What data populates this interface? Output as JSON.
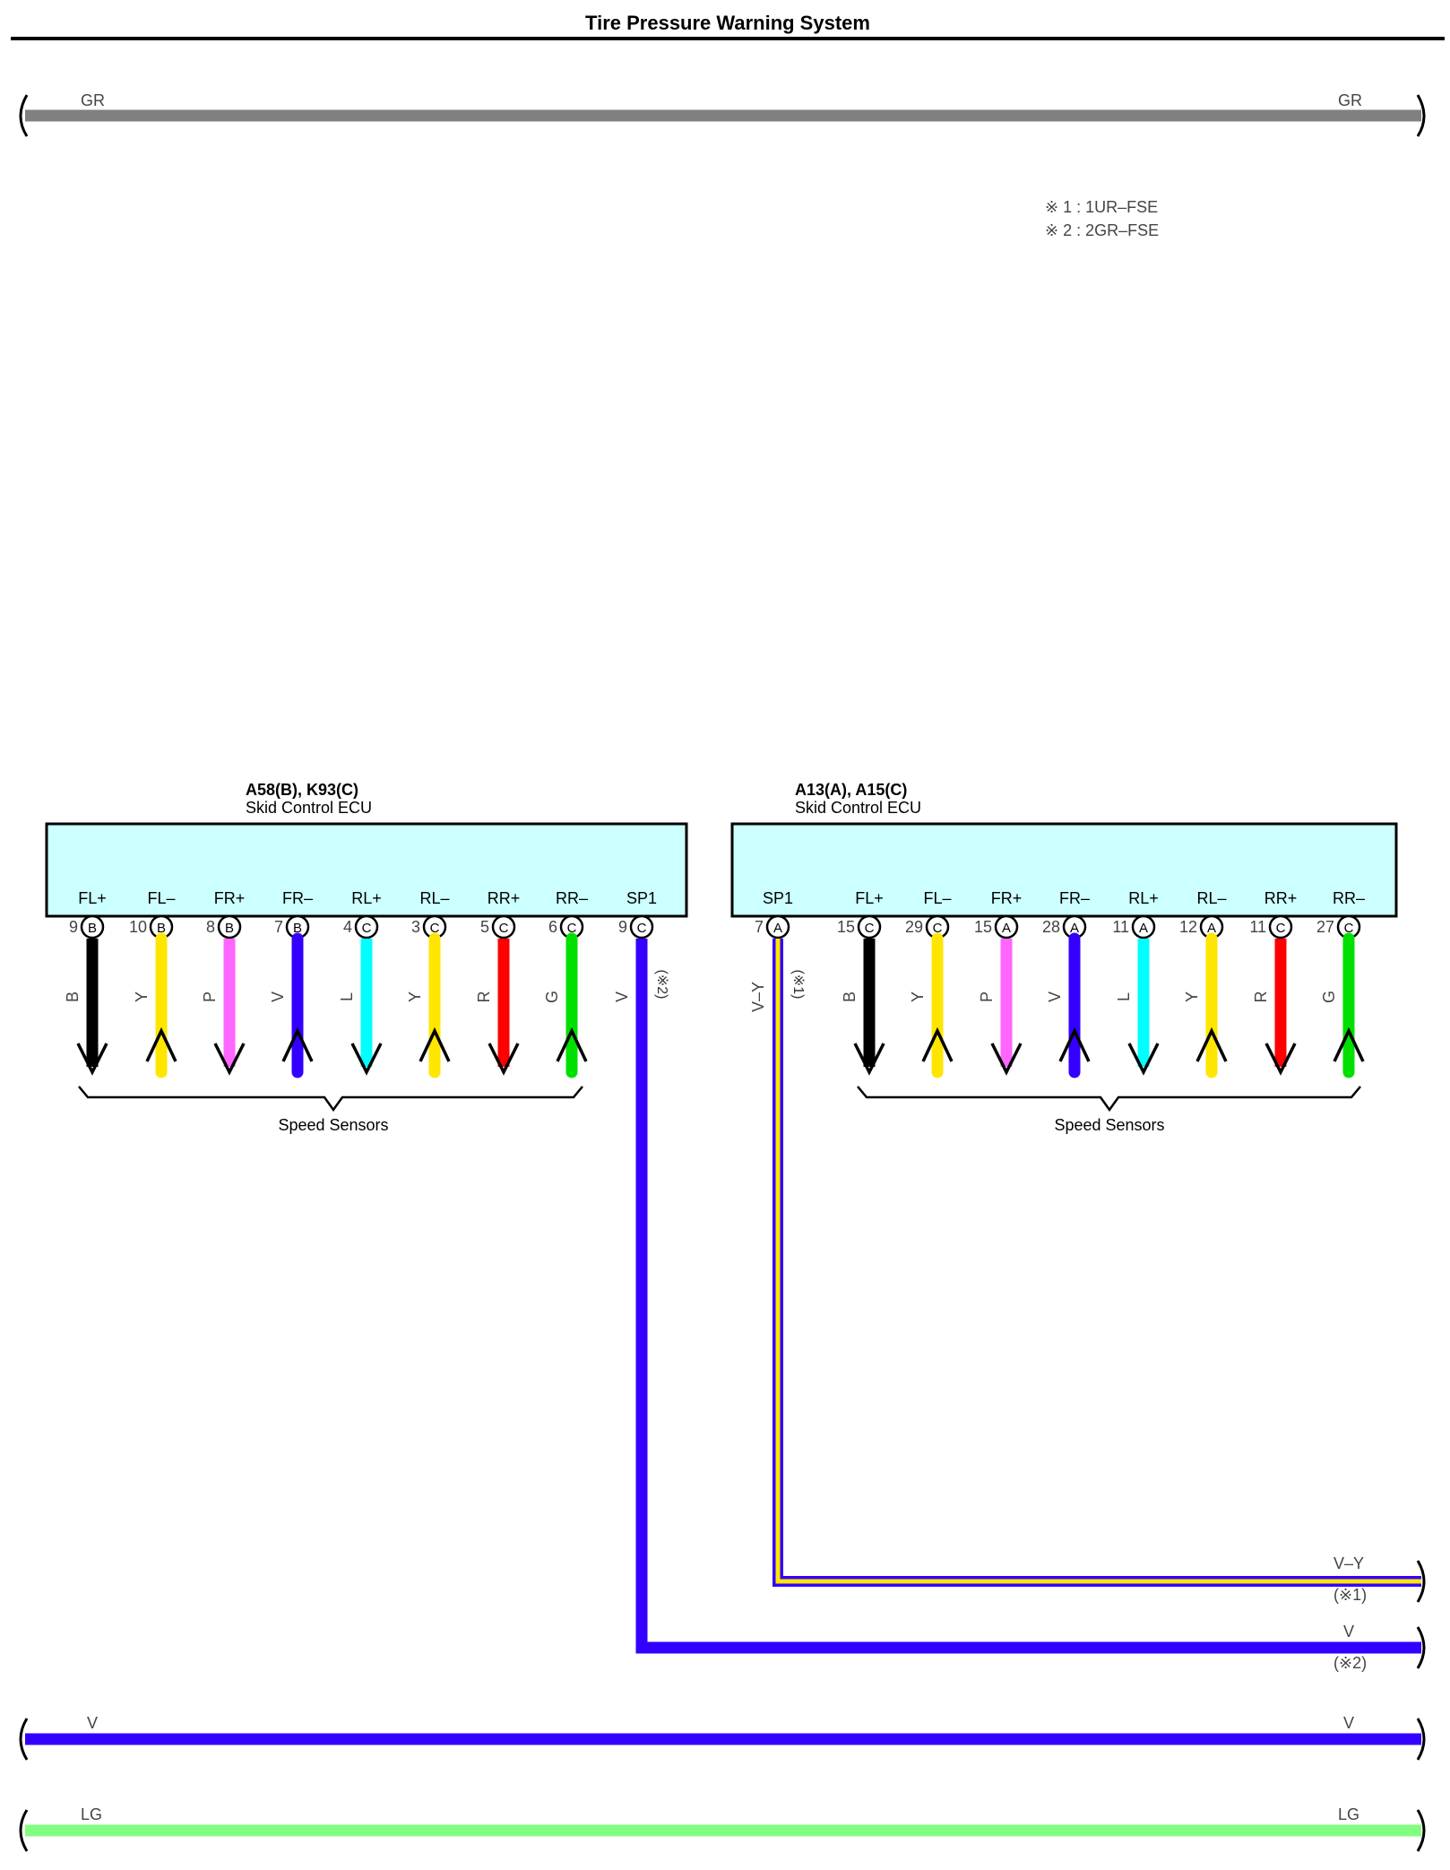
{
  "title": "Tire Pressure Warning System",
  "notes": [
    "※ 1 : 1UR–FSE",
    "※ 2 : 2GR–FSE"
  ],
  "colors": {
    "B": "#000000",
    "Y": "#ffe600",
    "P": "#ff66ff",
    "V": "#3300ff",
    "L": "#00ffff",
    "R": "#ff0000",
    "G": "#00e000",
    "GR": "#808080",
    "LG": "#80ff80",
    "ecu_fill": "#ccffff"
  },
  "buses": [
    {
      "id": "gr",
      "left_label": "GR",
      "right_label": "GR",
      "color": "GR"
    },
    {
      "id": "v",
      "left_label": "V",
      "right_label": "V",
      "color": "V"
    },
    {
      "id": "lg",
      "left_label": "LG",
      "right_label": "LG",
      "color": "LG"
    }
  ],
  "ecu_left": {
    "connector": "A58(B), K93(C)",
    "name": "Skid Control ECU",
    "sensor_group_label": "Speed Sensors",
    "pins": [
      {
        "terminal": "FL+",
        "number": "9",
        "connector": "B",
        "wire": "B",
        "dir": "down"
      },
      {
        "terminal": "FL–",
        "number": "10",
        "connector": "B",
        "wire": "Y",
        "dir": "up"
      },
      {
        "terminal": "FR+",
        "number": "8",
        "connector": "B",
        "wire": "P",
        "dir": "down"
      },
      {
        "terminal": "FR–",
        "number": "7",
        "connector": "B",
        "wire": "V",
        "dir": "up"
      },
      {
        "terminal": "RL+",
        "number": "4",
        "connector": "C",
        "wire": "L",
        "dir": "down"
      },
      {
        "terminal": "RL–",
        "number": "3",
        "connector": "C",
        "wire": "Y",
        "dir": "up"
      },
      {
        "terminal": "RR+",
        "number": "5",
        "connector": "C",
        "wire": "R",
        "dir": "down"
      },
      {
        "terminal": "RR–",
        "number": "6",
        "connector": "C",
        "wire": "G",
        "dir": "up"
      },
      {
        "terminal": "SP1",
        "number": "9",
        "connector": "C",
        "wire": "V",
        "dir": "none",
        "note": "(※2)"
      }
    ]
  },
  "ecu_right": {
    "connector": "A13(A), A15(C)",
    "name": "Skid Control ECU",
    "sensor_group_label": "Speed Sensors",
    "pins": [
      {
        "terminal": "SP1",
        "number": "7",
        "connector": "A",
        "wire": "V–Y",
        "dir": "none",
        "note": "(※1)"
      },
      {
        "terminal": "FL+",
        "number": "15",
        "connector": "C",
        "wire": "B",
        "dir": "down"
      },
      {
        "terminal": "FL–",
        "number": "29",
        "connector": "C",
        "wire": "Y",
        "dir": "up"
      },
      {
        "terminal": "FR+",
        "number": "15",
        "connector": "A",
        "wire": "P",
        "dir": "down"
      },
      {
        "terminal": "FR–",
        "number": "28",
        "connector": "A",
        "wire": "V",
        "dir": "up"
      },
      {
        "terminal": "RL+",
        "number": "11",
        "connector": "A",
        "wire": "L",
        "dir": "down"
      },
      {
        "terminal": "RL–",
        "number": "12",
        "connector": "A",
        "wire": "Y",
        "dir": "up"
      },
      {
        "terminal": "RR+",
        "number": "11",
        "connector": "C",
        "wire": "R",
        "dir": "down"
      },
      {
        "terminal": "RR–",
        "number": "27",
        "connector": "C",
        "wire": "G",
        "dir": "up"
      }
    ]
  },
  "outputs": [
    {
      "id": "vy",
      "label": "V–Y",
      "note": "(※1)"
    },
    {
      "id": "v",
      "label": "V",
      "note": "(※2)"
    }
  ]
}
